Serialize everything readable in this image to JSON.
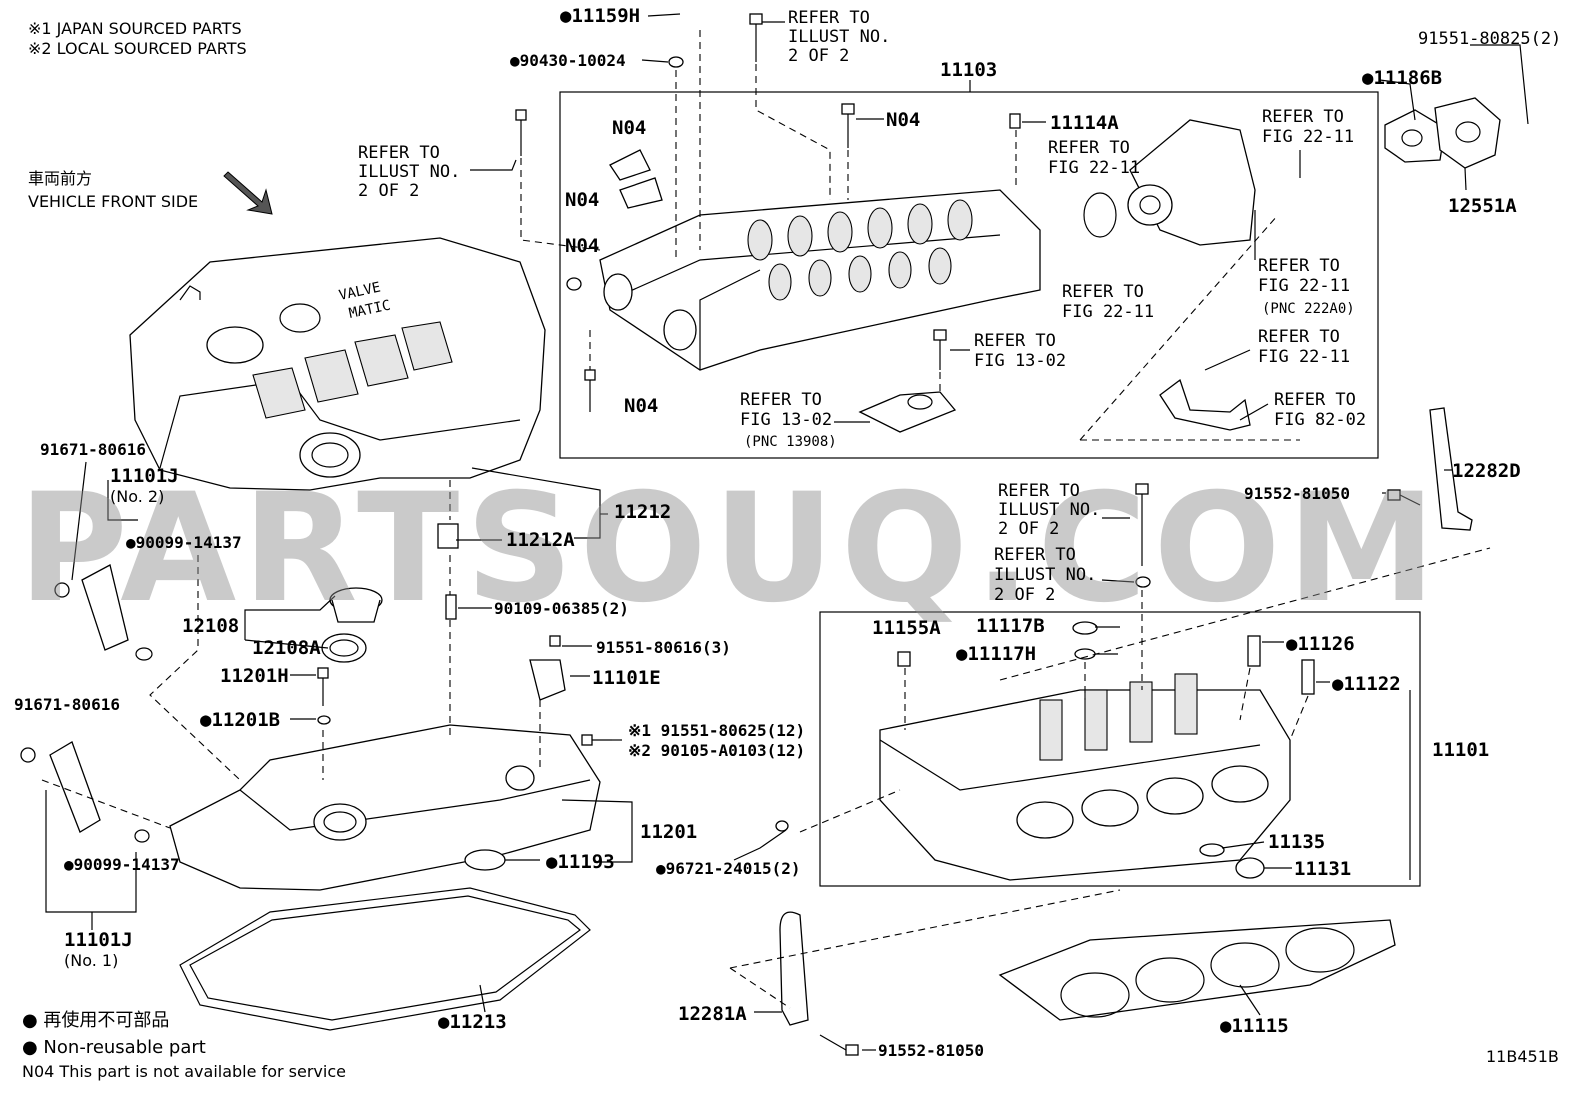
{
  "notes": {
    "japan_sourced": "※1 JAPAN SOURCED PARTS",
    "local_sourced": "※2 LOCAL SOURCED PARTS",
    "front_jp": "車両前方",
    "front_en": "VEHICLE FRONT SIDE",
    "nonreusable_jp": "● 再使用不可部品",
    "nonreusable_en": "● Non-reusable part",
    "n04_note": "N04  This part is not available for service",
    "illustration_code": "11B451B"
  },
  "watermark": "PARTSOUQ.COM",
  "cover_text": {
    "line1": "VALVE",
    "line2": "MATIC"
  },
  "labels": {
    "p11159H": "●11159H",
    "p90430": "●90430-10024",
    "refer_top_1": "REFER TO",
    "refer_top_2": "ILLUST NO.",
    "refer_top_3": "2 OF 2",
    "p11103": "11103",
    "p91551_80825": "91551-80825(2)",
    "p11186B": "●11186B",
    "p12551A": "12551A",
    "n04_a": "N04",
    "n04_b": "N04",
    "n04_c": "N04",
    "n04_d": "N04",
    "n04_e": "N04",
    "p11114A": "11114A",
    "refer_left_1": "REFER TO",
    "refer_left_2": "ILLUST NO.",
    "refer_left_3": "2 OF 2",
    "refer_2211a_1": "REFER TO",
    "refer_2211a_2": "FIG 22-11",
    "refer_2211b_1": "REFER TO",
    "refer_2211b_2": "FIG 22-11",
    "refer_2211c_1": "REFER TO",
    "refer_2211c_2": "FIG 22-11",
    "refer_2211d_1": "REFER TO",
    "refer_2211d_2": "FIG 22-11",
    "refer_2211d_3": "(PNC 222A0)",
    "refer_2211e_1": "REFER TO",
    "refer_2211e_2": "FIG 22-11",
    "refer_1302a_1": "REFER TO",
    "refer_1302a_2": "FIG 13-02",
    "refer_1302b_1": "REFER TO",
    "refer_1302b_2": "FIG 13-02",
    "refer_1302b_3": "(PNC 13908)",
    "refer_8202_1": "REFER TO",
    "refer_8202_2": "FIG 82-02",
    "p91671_a": "91671-80616",
    "p11101J_2": "11101J",
    "p11101J_2s": "(No. 2)",
    "p90099_a": "●90099-14137",
    "p11212": "11212",
    "p11212A": "11212A",
    "refer_mid1_1": "REFER TO",
    "refer_mid1_2": "ILLUST NO.",
    "refer_mid1_3": "2 OF 2",
    "refer_mid2_1": "REFER TO",
    "refer_mid2_2": "ILLUST NO.",
    "refer_mid2_3": "2 OF 2",
    "p91552_a": "91552-81050",
    "p12282D": "12282D",
    "p90109": "90109-06385(2)",
    "p12108": "12108",
    "p12108A": "12108A",
    "p91551_80616": "91551-80616(3)",
    "p11101E": "11101E",
    "p11201H": "11201H",
    "p11201B": "●11201B",
    "p91551_80625": "※1 91551-80625(12)",
    "p90105": "※2 90105-A0103(12)",
    "p91671_b": "91671-80616",
    "p11155A": "11155A",
    "p11117B": "11117B",
    "p11117H": "●11117H",
    "p11126": "●11126",
    "p11122": "●11122",
    "p11101": "11101",
    "p11201": "11201",
    "p90099_b": "●90099-14137",
    "p11193": "●11193",
    "p96721": "●96721-24015(2)",
    "p11135": "11135",
    "p11131": "11131",
    "p11101J_1": "11101J",
    "p11101J_1s": "(No. 1)",
    "p11213": "●11213",
    "p12281A": "12281A",
    "p91552_b": "91552-81050",
    "p11115": "●11115"
  }
}
